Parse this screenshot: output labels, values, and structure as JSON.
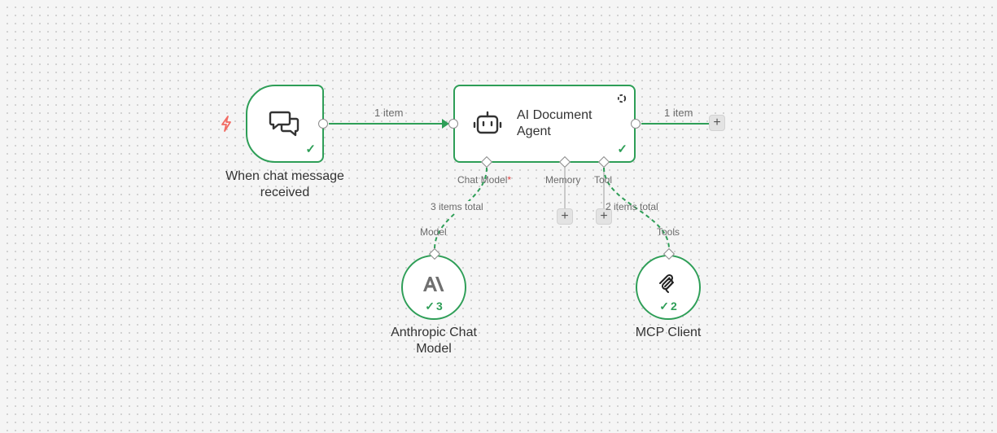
{
  "colors": {
    "success": "#2e9e57",
    "trigger": "#f26b63",
    "background": "#f5f5f5"
  },
  "nodes": {
    "trigger": {
      "title": "When chat message received",
      "icon": "chat-bubbles-icon",
      "badge_icon": "lightning-icon"
    },
    "agent": {
      "title_line1": "AI Document",
      "title_line2": "Agent",
      "icon": "robot-icon",
      "corner_icon": "loading-ring-icon"
    },
    "anthropic": {
      "title_line1": "Anthropic Chat",
      "title_line2": "Model",
      "icon": "anthropic-logo-icon",
      "runs": "3"
    },
    "mcp": {
      "title": "MCP Client",
      "icon": "mcp-logo-icon",
      "runs": "2"
    }
  },
  "edges": {
    "trigger_to_agent": "1 item",
    "agent_out": "1 item",
    "chat_model_link": "3 items total",
    "tool_link": "2 items total"
  },
  "ports": {
    "chat_model": "Chat Model",
    "chat_model_required": "*",
    "memory": "Memory",
    "tool": "Tool",
    "model": "Model",
    "tools": "Tools"
  },
  "buttons": {
    "add": "+"
  }
}
